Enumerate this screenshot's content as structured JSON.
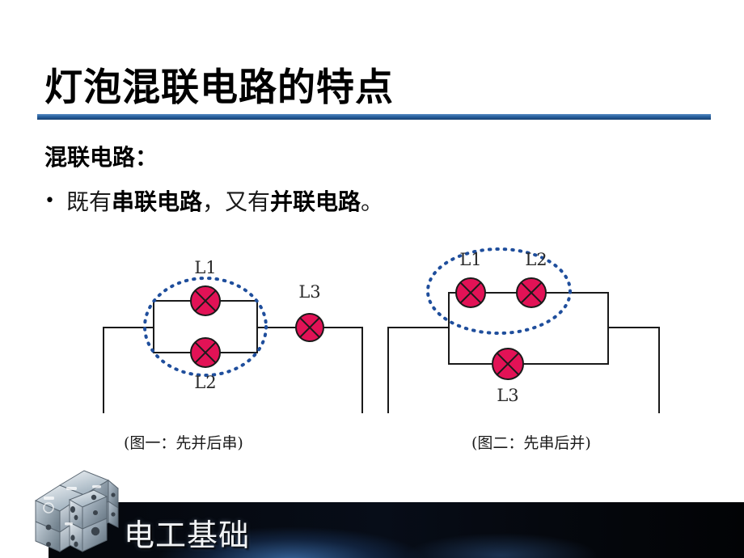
{
  "slide": {
    "title": "灯泡混联电路的特点",
    "section_label": "混联电路：",
    "bullet_marker": "•",
    "bullet": {
      "part1": "既有",
      "bold1": "串联电路",
      "part2": "，又有",
      "bold2": "并联电路",
      "part3": "。"
    }
  },
  "figures": [
    {
      "id": "figure-1",
      "caption": "(图一：先并后串)",
      "description": "L1 与 L2 并联后与 L3 串联",
      "lamps": [
        {
          "label": "L1",
          "label_position": "top"
        },
        {
          "label": "L2",
          "label_position": "bottom"
        },
        {
          "label": "L3",
          "label_position": "top"
        }
      ],
      "highlight": "L1、L2 并联部分用蓝色虚线椭圆圈出"
    },
    {
      "id": "figure-2",
      "caption": "(图二：先串后并)",
      "description": "L1 与 L2 串联后与 L3 并联",
      "lamps": [
        {
          "label": "L1",
          "label_position": "top"
        },
        {
          "label": "L2",
          "label_position": "top"
        },
        {
          "label": "L3",
          "label_position": "bottom"
        }
      ],
      "highlight": "L1、L2 串联部分用蓝色虚线椭圆圈出"
    }
  ],
  "footer": {
    "title": "电工基础",
    "logo_name": "socket-cube-logo"
  },
  "colors": {
    "lamp_fill": "#E21256",
    "lamp_stroke": "#1a1a1a",
    "wire": "#1a1a1a",
    "highlight_ellipse": "#1F4E9C",
    "title_rule_from": "#5f8ec4",
    "title_rule_to": "#17406f",
    "footer_bg": "#04070c",
    "footer_glow": "#4682c8",
    "footer_text": "#f2f4f6",
    "background": "#ffffff"
  }
}
